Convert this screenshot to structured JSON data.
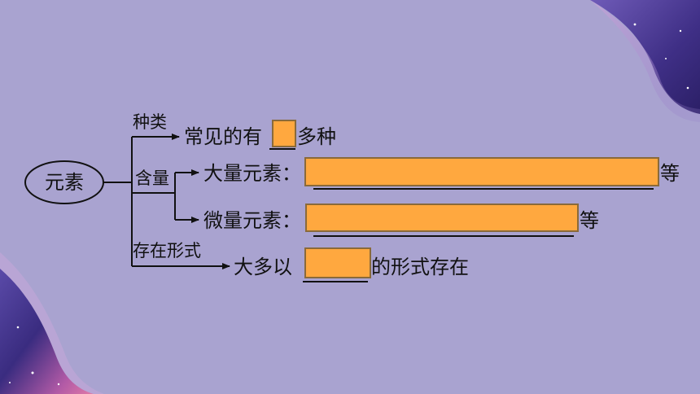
{
  "colors": {
    "background": "#a9a3d0",
    "mask_fill": "#ffa83f",
    "mask_border": "#8a6a3a",
    "swirl_dark": "#4a3a8f",
    "swirl_pink": "#d76aa8",
    "ink": "#111111"
  },
  "diagram": {
    "root": "元素",
    "branches": {
      "kinds": {
        "label": "种类",
        "text_before": "常见的有",
        "text_after": "多种"
      },
      "content": {
        "label": "含量",
        "major": {
          "text": "大量元素：",
          "after": "等"
        },
        "trace": {
          "text": "微量元素：",
          "after": "等"
        }
      },
      "form": {
        "label": "存在形式",
        "text_before": "大多以",
        "text_after": "的形式存在"
      }
    }
  }
}
